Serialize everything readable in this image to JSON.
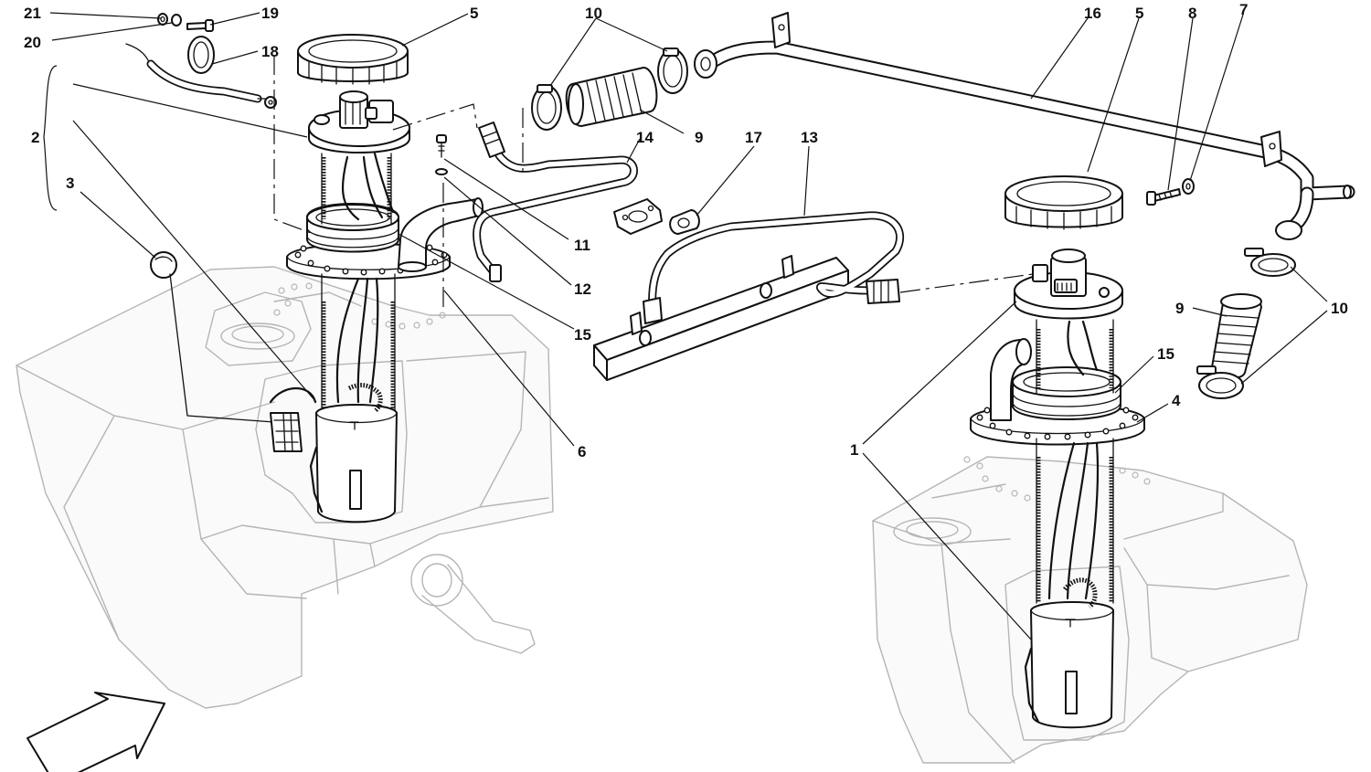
{
  "callouts": {
    "c21": "21",
    "c19": "19",
    "c20": "20",
    "c18": "18",
    "c5a": "5",
    "c10a": "10",
    "c16": "16",
    "c5b": "5",
    "c8": "8",
    "c7": "7",
    "c2": "2",
    "c3": "3",
    "c14": "14",
    "c9a": "9",
    "c17": "17",
    "c13": "13",
    "c11": "11",
    "c12": "12",
    "c15a": "15",
    "c6": "6",
    "c9b": "9",
    "c10b": "10",
    "c15b": "15",
    "c4": "4",
    "c1": "1"
  }
}
